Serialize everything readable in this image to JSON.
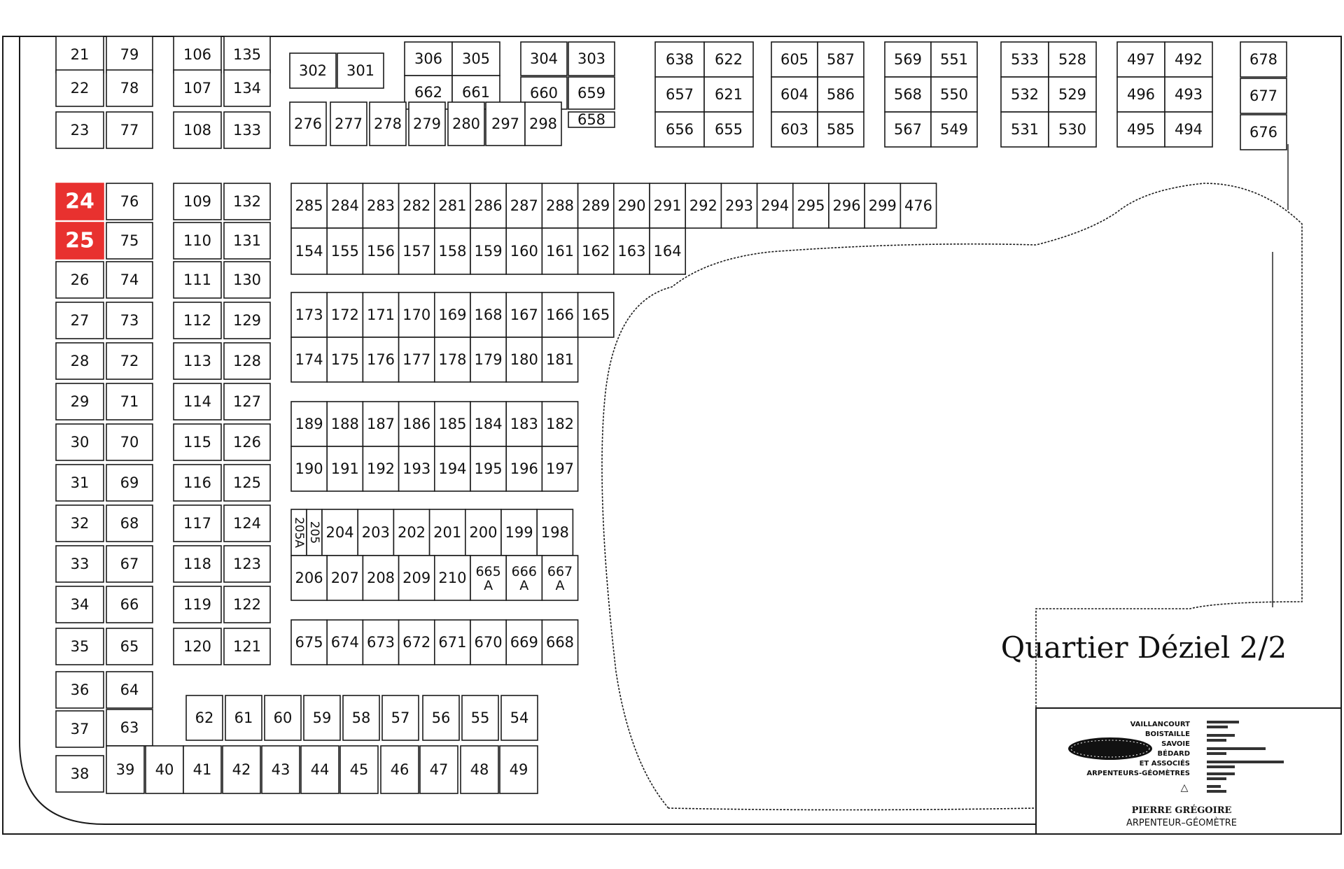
{
  "map_title": "Quartier Déziel 2/2",
  "colors": {
    "highlight": "#e8312f",
    "line": "#1a1a1a",
    "background": "#ffffff"
  },
  "highlighted_plots": [
    "24",
    "25"
  ],
  "surveyor": {
    "name": "PIERRE GRÉGOIRE",
    "title": "ARPENTEUR–GÉOMÈTRE",
    "firm_lines": [
      "VAILLANCOURT",
      "BOISTAILLE",
      "SAVOIE",
      "BÉDARD",
      "ET ASSOCIÉS",
      "ARPENTEURS-GÉOMÈTRES"
    ],
    "logo": "surveyor-logo-disc"
  },
  "plots": {
    "col_a": [
      "21",
      "22",
      "23",
      "24",
      "25",
      "26",
      "27",
      "28",
      "29",
      "30",
      "31",
      "32",
      "33",
      "34",
      "35",
      "36",
      "37",
      "38"
    ],
    "col_b": [
      "79",
      "78",
      "77",
      "76",
      "75",
      "74",
      "73",
      "72",
      "71",
      "70",
      "69",
      "68",
      "67",
      "66",
      "65",
      "64",
      "63"
    ],
    "col_c": [
      "106",
      "107",
      "108",
      "109",
      "110",
      "111",
      "112",
      "113",
      "114",
      "115",
      "116",
      "117",
      "118",
      "119",
      "120"
    ],
    "col_d": [
      "135",
      "134",
      "133",
      "132",
      "131",
      "130",
      "129",
      "128",
      "127",
      "126",
      "125",
      "124",
      "123",
      "122",
      "121"
    ],
    "bottom_row_1": [
      "62",
      "61",
      "60",
      "59",
      "58",
      "57",
      "56",
      "55",
      "54"
    ],
    "bottom_row_2": [
      "39",
      "40",
      "41",
      "42",
      "43",
      "44",
      "45",
      "46",
      "47",
      "48",
      "49"
    ],
    "top_block_a": [
      "302",
      "301"
    ],
    "top_block_b": [
      "306",
      "305",
      "662",
      "661"
    ],
    "top_block_c": [
      "304",
      "303",
      "660",
      "659",
      "658"
    ],
    "top_row": [
      "276",
      "277",
      "278",
      "279",
      "280",
      "297",
      "298"
    ],
    "block_638": [
      "638",
      "622",
      "657",
      "621",
      "656",
      "655"
    ],
    "block_605": [
      "605",
      "587",
      "604",
      "586",
      "603",
      "585"
    ],
    "block_569": [
      "569",
      "551",
      "568",
      "550",
      "567",
      "549"
    ],
    "block_533": [
      "533",
      "528",
      "532",
      "529",
      "531",
      "530"
    ],
    "block_497": [
      "497",
      "492",
      "496",
      "493",
      "495",
      "494"
    ],
    "block_678": [
      "678",
      "677",
      "676"
    ],
    "row_285": [
      "285",
      "284",
      "283",
      "282",
      "281",
      "286",
      "287",
      "288",
      "289",
      "290",
      "291",
      "292",
      "293",
      "294",
      "295",
      "296",
      "299",
      "476"
    ],
    "row_154": [
      "154",
      "155",
      "156",
      "157",
      "158",
      "159",
      "160",
      "161",
      "162",
      "163",
      "164"
    ],
    "row_173": [
      "173",
      "172",
      "171",
      "170",
      "169",
      "168",
      "167",
      "166",
      "165"
    ],
    "row_174": [
      "174",
      "175",
      "176",
      "177",
      "178",
      "179",
      "180",
      "181"
    ],
    "row_189": [
      "189",
      "188",
      "187",
      "186",
      "185",
      "184",
      "183",
      "182"
    ],
    "row_190": [
      "190",
      "191",
      "192",
      "193",
      "194",
      "195",
      "196",
      "197"
    ],
    "row_204": [
      "205A",
      "205",
      "204",
      "203",
      "202",
      "201",
      "200",
      "199",
      "198"
    ],
    "row_206": [
      "206",
      "207",
      "208",
      "209",
      "210",
      "665 A",
      "666 A",
      "667 A"
    ],
    "row_675": [
      "675",
      "674",
      "673",
      "672",
      "671",
      "670",
      "669",
      "668"
    ]
  }
}
